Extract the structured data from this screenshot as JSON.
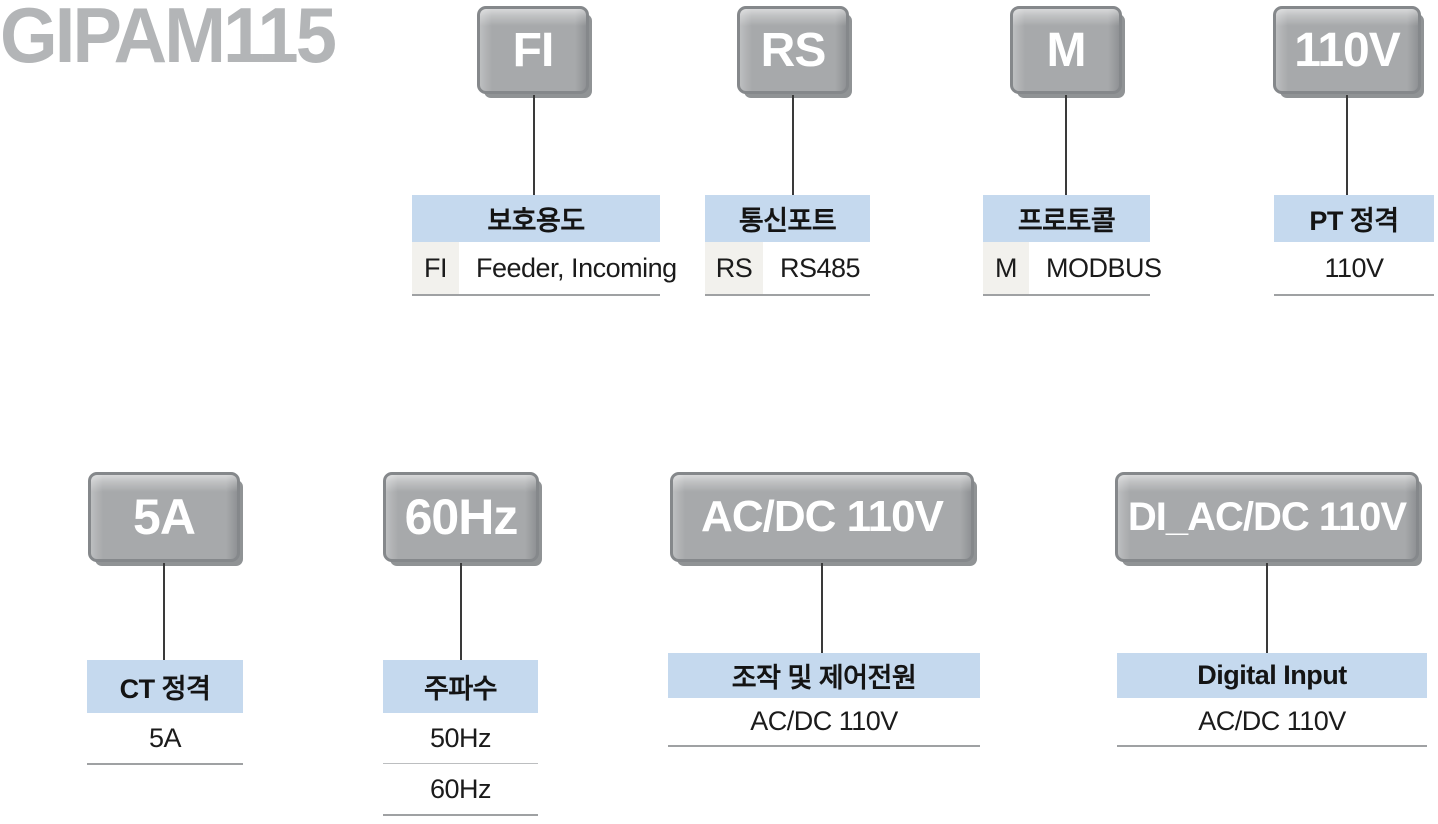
{
  "title": "GIPAM115",
  "colors": {
    "title_gray": "#b3b5b7",
    "keycap_face": "#a7a9ab",
    "keycap_border": "#85888b",
    "header_blue": "#c5d9ee",
    "code_cell_bg": "#f2f1ed",
    "rule_gray": "#9fa1a3"
  },
  "sections": [
    {
      "id": "protection",
      "code": "FI",
      "header": "보호용도",
      "rows": [
        {
          "code": "FI",
          "value": "Feeder, Incoming"
        }
      ]
    },
    {
      "id": "comm-port",
      "code": "RS",
      "header": "통신포트",
      "rows": [
        {
          "code": "RS",
          "value": "RS485"
        }
      ]
    },
    {
      "id": "protocol",
      "code": "M",
      "header": "프로토콜",
      "rows": [
        {
          "code": "M",
          "value": "MODBUS"
        }
      ]
    },
    {
      "id": "pt-rating",
      "code": "110V",
      "header": "PT 정격",
      "rows": [
        {
          "value": "110V"
        }
      ]
    },
    {
      "id": "ct-rating",
      "code": "5A",
      "header": "CT 정격",
      "rows": [
        {
          "value": "5A"
        }
      ]
    },
    {
      "id": "frequency",
      "code": "60Hz",
      "header": "주파수",
      "rows": [
        {
          "value": "50Hz"
        },
        {
          "value": "60Hz"
        }
      ]
    },
    {
      "id": "control-power",
      "code": "AC/DC 110V",
      "header": "조작 및 제어전원",
      "rows": [
        {
          "value": "AC/DC 110V"
        }
      ]
    },
    {
      "id": "digital-input",
      "code": "DI_AC/DC 110V",
      "header": "Digital Input",
      "rows": [
        {
          "value": "AC/DC 110V"
        }
      ]
    }
  ]
}
